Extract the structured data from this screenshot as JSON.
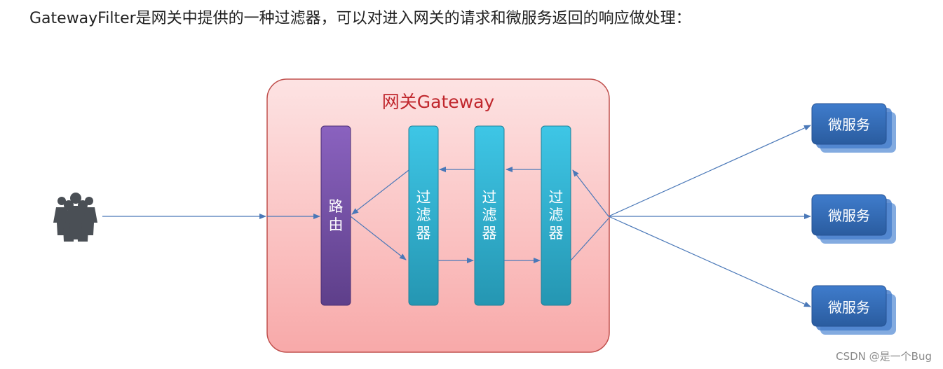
{
  "caption": "GatewayFilter是网关中提供的一种过滤器，可以对进入网关的请求和微服务返回的响应做处理：",
  "gateway": {
    "title": "网关Gateway"
  },
  "router": {
    "label": [
      "路",
      "由"
    ]
  },
  "filters": [
    {
      "label": [
        "过",
        "滤",
        "器"
      ]
    },
    {
      "label": [
        "过",
        "滤",
        "器"
      ]
    },
    {
      "label": [
        "过",
        "滤",
        "器"
      ]
    }
  ],
  "services": [
    {
      "label": "微服务"
    },
    {
      "label": "微服务"
    },
    {
      "label": "微服务"
    }
  ],
  "users_icon": "people-group-icon",
  "watermark": "CSDN @是一个Bug",
  "colors": {
    "gateway_fill_top": "#fde3e3",
    "gateway_fill_bottom": "#f8a9a9",
    "gateway_border": "#c0504d",
    "gateway_title": "#c0272d",
    "router": "#7e57b0",
    "filter": "#2eb8d8",
    "service": "#2f67b3",
    "arrow": "#4a78b8",
    "people": "#4a4f55"
  }
}
